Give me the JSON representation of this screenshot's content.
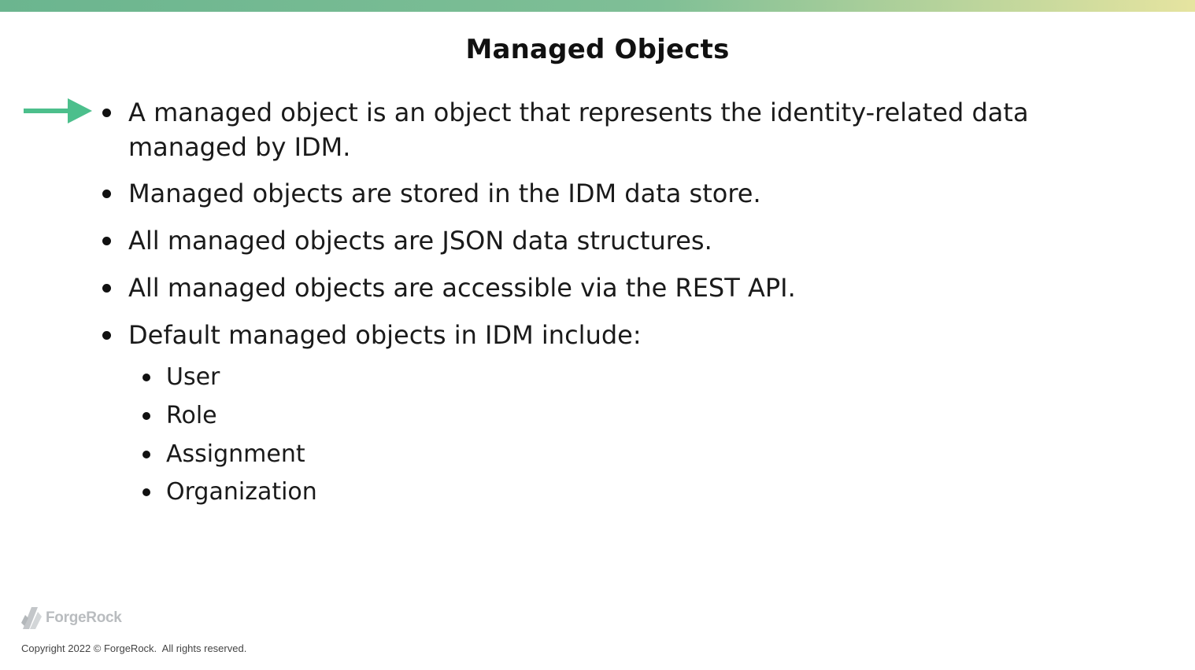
{
  "slide": {
    "title": "Managed Objects",
    "bullets": [
      {
        "lines": [
          "A managed object is an object that represents the identity-related data",
          "managed by IDM."
        ],
        "highlighted": true
      },
      {
        "lines": [
          "Managed objects are stored in the IDM data store."
        ]
      },
      {
        "lines": [
          "All managed objects are JSON data structures."
        ]
      },
      {
        "lines": [
          "All managed objects are accessible via the REST API."
        ]
      },
      {
        "lines": [
          "Default managed objects in IDM include:"
        ]
      }
    ],
    "sub_bullets": [
      "User",
      "Role",
      "Assignment",
      "Organization"
    ]
  },
  "pointer": {
    "icon": "arrow-right-icon",
    "color": "#4cbf8c"
  },
  "branding": {
    "logo_text": "ForgeRock",
    "logo_icon": "forgerock-logo-icon",
    "copyright": "Copyright 2022 © ForgeRock.  All rights reserved."
  },
  "colors": {
    "bar_start": "#6bb58f",
    "bar_end": "#e6e4a0",
    "accent": "#4cbf8c"
  }
}
